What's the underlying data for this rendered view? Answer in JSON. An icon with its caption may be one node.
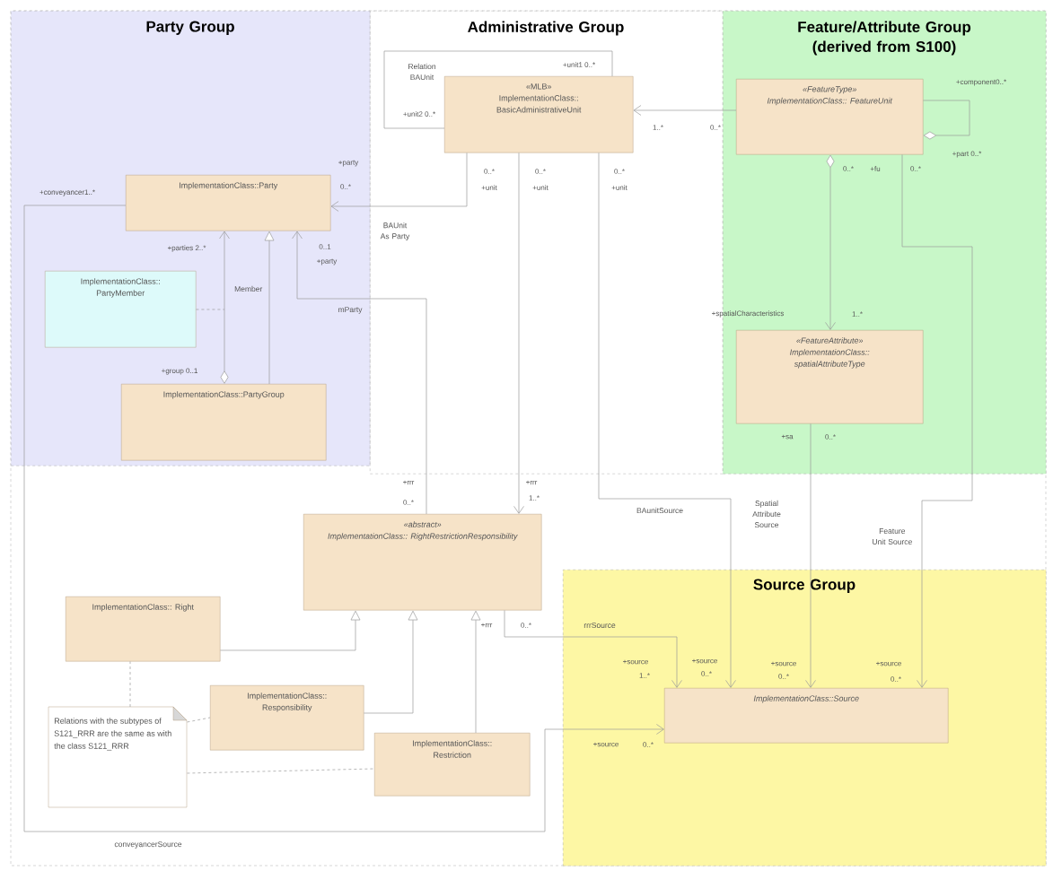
{
  "diagram": {
    "nodes": [
      {
        "text": [
          "Party Group"
        ]
      },
      {
        "text": [
          "Administrative Group"
        ]
      },
      {
        "text": [
          "Feature/Attribute Group (derived from S100)"
        ]
      },
      {
        "text": [
          "Source Group"
        ]
      },
      {
        "text": [
          "«MLB»",
          "ImplementationClass:: BasicAdministrativeUnit"
        ],
        "in": 1
      },
      {
        "text": [
          "ImplementationClass::Party"
        ],
        "in": 0
      },
      {
        "text": [
          "ImplementationClass:: PartyMember"
        ],
        "in": 0
      },
      {
        "text": [
          "ImplementationClass::PartyGroup"
        ],
        "in": 0
      },
      {
        "text": [
          "«FeatureType»",
          "ImplementationClass:: FeatureUnit"
        ],
        "in": 2
      },
      {
        "text": [
          "«FeatureAttribute»",
          "ImplementationClass:: spatialAttributeType"
        ],
        "in": 2
      },
      {
        "text": [
          "«abstract»",
          "ImplementationClass:: RightRestrictionResponsibility"
        ]
      },
      {
        "text": [
          "ImplementationClass:: Right"
        ]
      },
      {
        "text": [
          "ImplementationClass:: Responsibility"
        ]
      },
      {
        "text": [
          "ImplementationClass:: Restriction"
        ]
      },
      {
        "text": [
          "Relations with the subtypes of S121_RRR are the same as with the class S121_RRR"
        ]
      },
      {
        "text": [
          "ImplementationClass::Source"
        ],
        "in": 3
      }
    ],
    "edges": [
      {
        "from": 4,
        "to": 4,
        "arrow": "none",
        "label": "Relation BAUnit"
      },
      {
        "from": 4,
        "to": 5,
        "arrow": "to",
        "label": "BAUnit As Party"
      },
      {
        "from": 10,
        "to": 5,
        "arrow": "to",
        "label": "mParty"
      },
      {
        "from": 7,
        "to": 5,
        "arrow": "to",
        "label": "Member"
      },
      {
        "from": 6,
        "to": null,
        "arrow": "none",
        "style": "dashed"
      },
      {
        "from": 7,
        "to": 5,
        "arrow": "to"
      },
      {
        "from": 4,
        "to": 10,
        "arrow": "to"
      },
      {
        "from": 8,
        "to": 4,
        "arrow": "to"
      },
      {
        "from": 8,
        "to": 8,
        "arrow": "other"
      },
      {
        "from": 8,
        "to": 9,
        "arrow": "to"
      },
      {
        "from": 4,
        "to": 15,
        "arrow": "to",
        "label": "BAunitSource"
      },
      {
        "from": 9,
        "to": 15,
        "arrow": "to",
        "label": "Spatial Attribute Source"
      },
      {
        "from": 8,
        "to": 15,
        "arrow": "to",
        "label": "Feature Unit Source"
      },
      {
        "from": 10,
        "to": 15,
        "arrow": "to",
        "label": "rrrSource"
      },
      {
        "from": 5,
        "to": 15,
        "arrow": "to",
        "label": "conveyancerSource"
      },
      {
        "from": 11,
        "to": 10,
        "arrow": "to"
      },
      {
        "from": 12,
        "to": 10,
        "arrow": "to"
      },
      {
        "from": 13,
        "to": 10,
        "arrow": "to"
      },
      {
        "from": 14,
        "to": 11,
        "arrow": "none",
        "style": "dashed"
      },
      {
        "from": 14,
        "to": 12,
        "arrow": "none",
        "style": "dashed"
      },
      {
        "from": 14,
        "to": 13,
        "arrow": "none",
        "style": "dashed"
      }
    ],
    "labels": [
      "+unit1 0..*",
      "+unit2 0..*",
      "+party",
      "0..*",
      "+conveyancer1..*",
      "+parties 2..*",
      "0..1",
      "+party",
      "+group 0..1",
      "0..*",
      "+unit",
      "0..*",
      "+unit",
      "0..*",
      "+unit",
      "1..*",
      "0..*",
      "+component0..*",
      "+part 0..*",
      "0..*",
      "+fu",
      "0..*",
      "+spatialCharacteristics",
      "1..*",
      "+sa",
      "0..*",
      "+rrr",
      "0..*",
      "+rrr",
      "1..*",
      "+rrr",
      "0..*",
      "+source",
      "1..*",
      "+source",
      "0..*",
      "+source",
      "0..*",
      "+source",
      "0..*",
      "+source",
      "0..*"
    ]
  }
}
